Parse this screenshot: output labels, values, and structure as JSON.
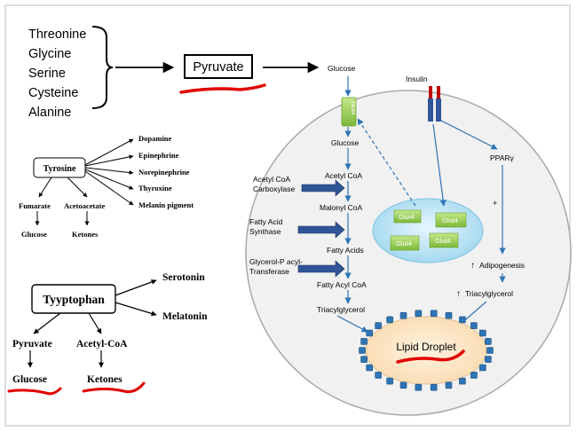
{
  "amino_acids": [
    "Threonine",
    "Glycine",
    "Serine",
    "Cysteine",
    "Alanine"
  ],
  "pyruvate_box": "Pyruvate",
  "tyrosine": {
    "label": "Tyrosine",
    "products": [
      "Dopamine",
      "Epinephrine",
      "Norepinephrine",
      "Thyroxine",
      "Melanin pigment"
    ],
    "fumarate": "Fumarate",
    "acetoacetate": "Acetoacetate",
    "glucose": "Glucose",
    "ketones": "Ketones"
  },
  "tryptophan": {
    "label": "Tyyptophan",
    "serotonin": "Serotonin",
    "melatonin": "Melatonin",
    "pyruvate": "Pyruvate",
    "acetyl_coa": "Acetyl-CoA",
    "glucose": "Glucose",
    "ketones": "Ketones"
  },
  "cell": {
    "glucose_out": "Glucose",
    "glut_label": "Glut4",
    "insulin": "Insulin",
    "glucose_in": "Glucose",
    "acetyl_coa": "Acetyl CoA",
    "malonyl_coa": "Malonyl CoA",
    "fatty_acids": "Fatty Acids",
    "fatty_acyl_coa": "Fatty Acyl CoA",
    "triacylglycerol": "Triacylglycerol",
    "enzyme1": [
      "Acetyl CoA",
      "Carboxylase"
    ],
    "enzyme2": [
      "Fatty Acid",
      "Synthase"
    ],
    "enzyme3": [
      "Glycerol-P acyl-",
      "Transferase"
    ],
    "vesicle_gluts": [
      "Glut4",
      "Glut4",
      "Glut4",
      "Glut4"
    ],
    "ppar": "PPARγ",
    "plus": "+",
    "adipogenesis": "Adipogenesis",
    "triacylglycerol_right": "Triacylglycerol",
    "lipid_droplet": "Lipid Droplet"
  },
  "colors": {
    "arrow_blue": "#2e75b6",
    "enzyme_arrow": "#2f5597",
    "glut_green": "#92d050",
    "vesicle": "#bfe6f5",
    "droplet": "#fde7c8",
    "red_mark": "#e00000",
    "receptor_red": "#c00000"
  }
}
